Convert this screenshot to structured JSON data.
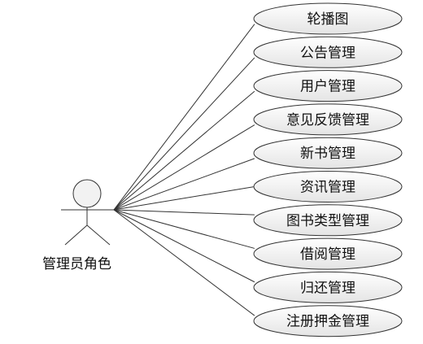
{
  "actor": {
    "name": "管理员角色",
    "icon": "stick-figure-actor-icon"
  },
  "use_cases": [
    {
      "label": "轮播图"
    },
    {
      "label": "公告管理"
    },
    {
      "label": "用户管理"
    },
    {
      "label": "意见反馈管理"
    },
    {
      "label": "新书管理"
    },
    {
      "label": "资讯管理"
    },
    {
      "label": "图书类型管理"
    },
    {
      "label": "借阅管理"
    },
    {
      "label": "归还管理"
    },
    {
      "label": "注册押金管理"
    }
  ],
  "colors": {
    "line": "#333333",
    "ellipse_fill_top": "#ffffff",
    "ellipse_fill_bottom": "#e6e6e6",
    "text": "#111111"
  }
}
